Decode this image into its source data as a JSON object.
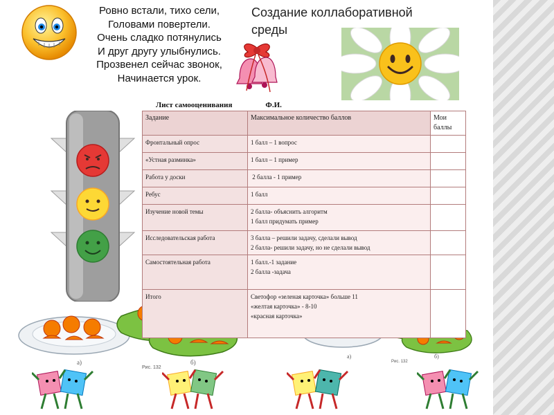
{
  "poem": [
    "Ровно встали, тихо сели,",
    "Головами повертели.",
    "Очень сладко потянулись",
    "И друг другу улыбнулись.",
    "Прозвенел сейчас звонок,",
    "Начинается урок."
  ],
  "topic": "Создание коллаборативной среды",
  "sheet": {
    "title": "Лист самооценивания",
    "name_label": "Ф.И."
  },
  "table": {
    "headers": [
      "Задание",
      "Максимальное количество баллов",
      "Мои баллы"
    ],
    "rows": [
      {
        "task": "Фронтальный опрос",
        "points": [
          "1 балл – 1 вопрос"
        ]
      },
      {
        "task": "«Устная разминка»",
        "points": [
          "1 балл – 1 пример"
        ]
      },
      {
        "task": "Работа у доски",
        "points": [
          " 2 балла - 1 пример"
        ]
      },
      {
        "task": "Ребус",
        "points": [
          "1 балл"
        ]
      },
      {
        "task": "Изучение новой темы",
        "points": [
          "2 балла- объяснить алгоритм",
          "1 балл придумать пример"
        ]
      },
      {
        "task": "Исследовательская работа",
        "points": [
          "3 балла – решили задачу, сделали вывод",
          "2 балла- решили задачу, но не сделали вывод"
        ]
      },
      {
        "task": "Самостоятельная работа",
        "points": [
          "1 балл.-1 задание",
          "2 балла -задача"
        ]
      },
      {
        "task": "Итого",
        "points": [
          "Светофор «зеленая карточка» больше 11",
          "«желтая карточка» - 8-10",
          "«красная карточка»"
        ]
      }
    ]
  },
  "figure_labels": {
    "left_a": "а)",
    "left_b": "б)",
    "left_caption": "Рис. 132",
    "right_a": "а)",
    "right_b": "б)",
    "right_caption": "Рис. 132"
  },
  "colors": {
    "table_border": "#b27b7b",
    "table_header_bg": "#ecd3d3",
    "table_cell_bg": "#f3e1e1",
    "light_red": "#e53935",
    "light_yellow": "#fdd835",
    "light_green": "#43a047"
  },
  "icons": [
    "smiley-face-icon",
    "bells-icon",
    "daisy-icon",
    "traffic-light-icon",
    "fruit-plates-icon",
    "dancing-cubes-icon"
  ]
}
